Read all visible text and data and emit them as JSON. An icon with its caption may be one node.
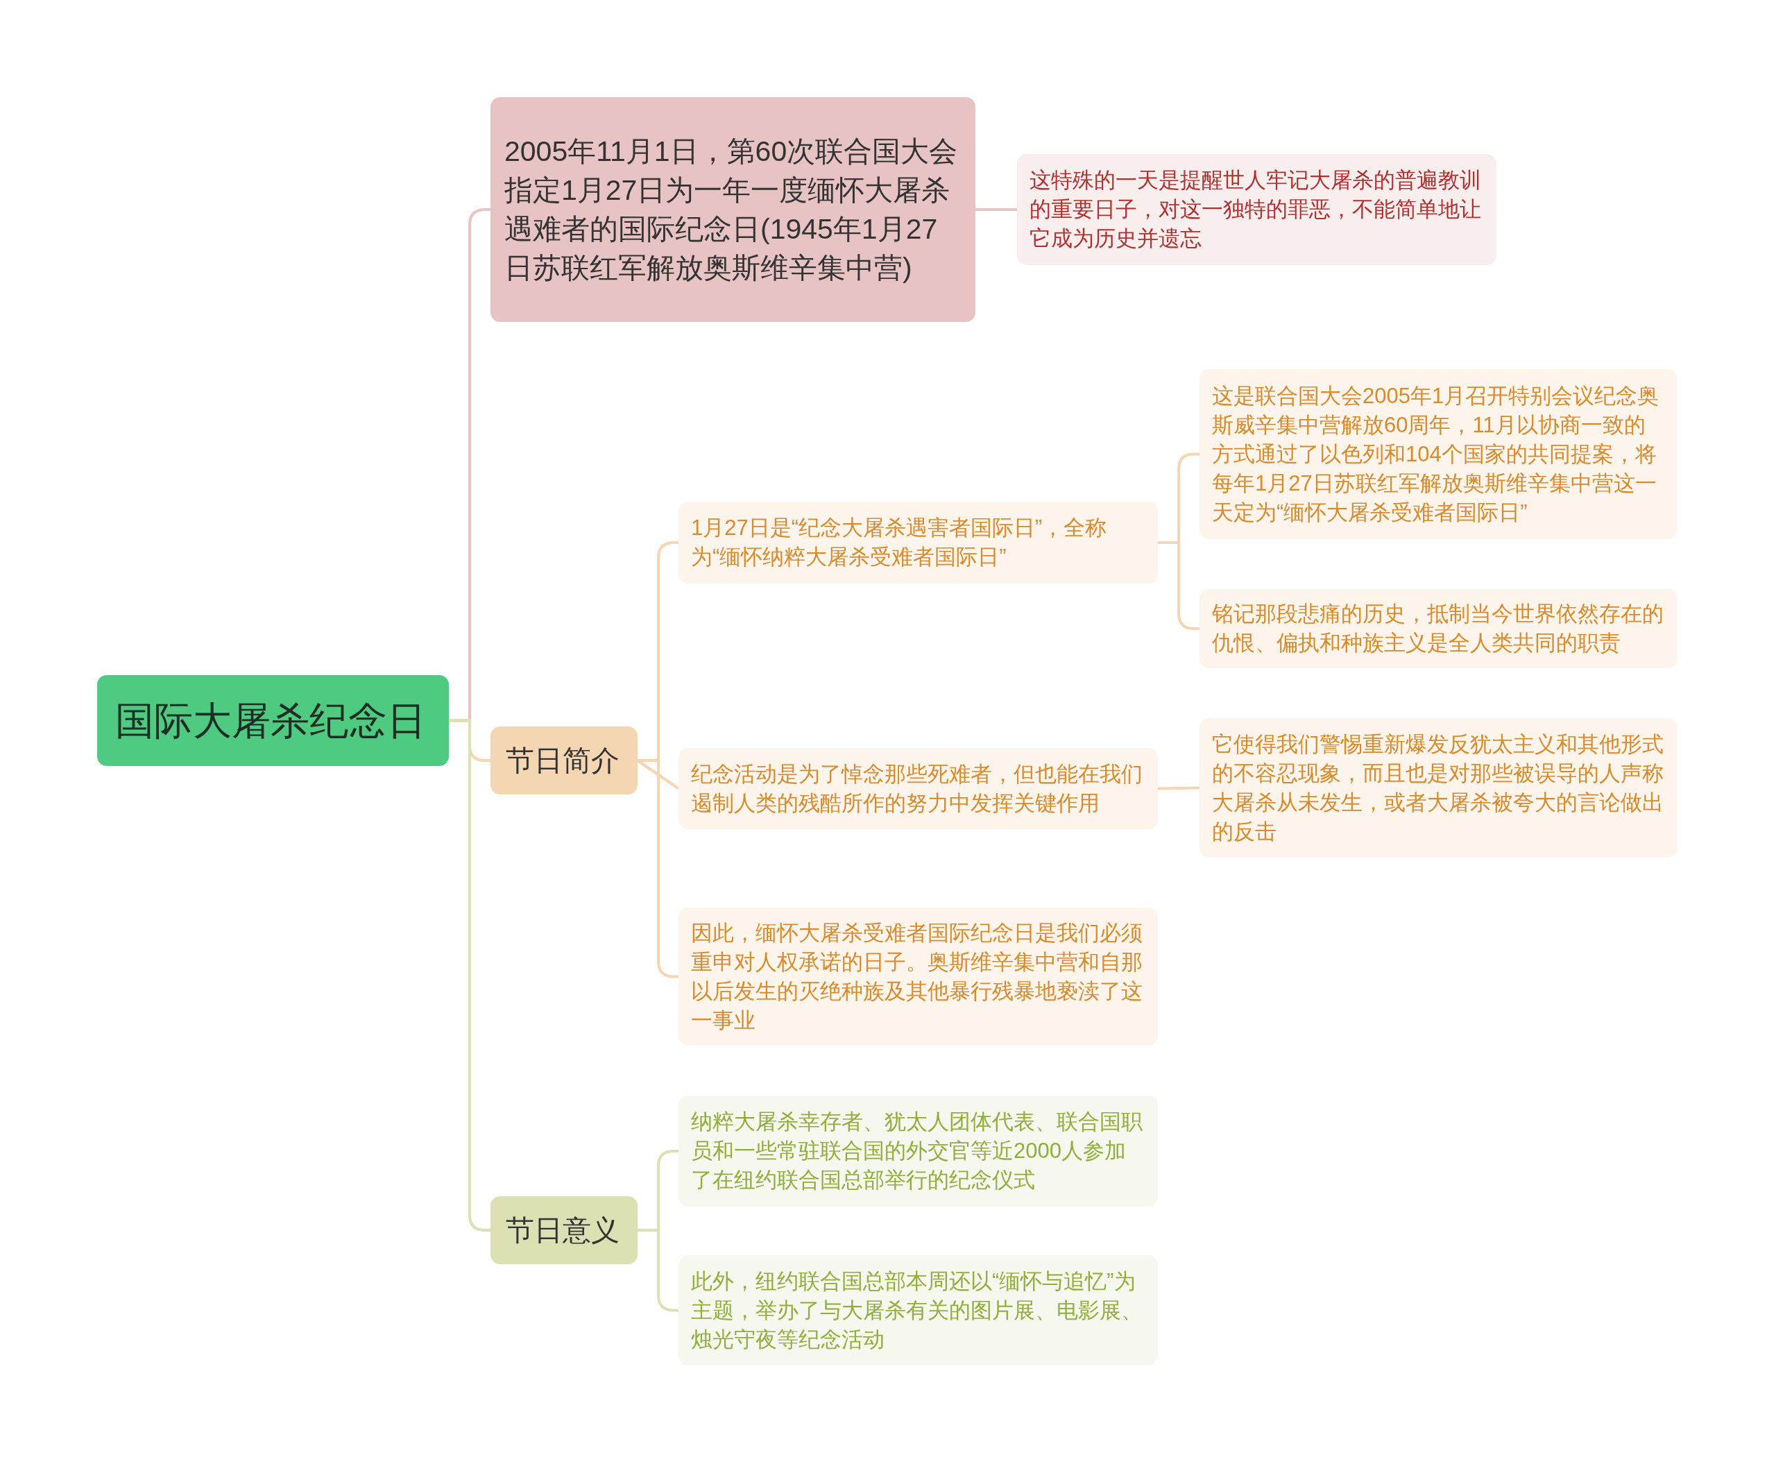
{
  "diagram": {
    "nodes": [
      {
        "text": [
          "国际大屠杀纪念日"
        ]
      },
      {
        "text": [
          "2005年11月1日，第60次联合国大会指定1月27日为一年一度缅怀大屠杀遇难者的国际纪念日(1945年1月27日苏联红军解放奥斯维辛集中营)"
        ]
      },
      {
        "text": [
          "这特殊的一天是提醒世人牢记大屠杀的普遍教训的重要日子，对这一独特的罪恶，不能简单地让它成为历史并遗忘"
        ]
      },
      {
        "text": [
          "节日简介"
        ]
      },
      {
        "text": [
          "1月27日是“纪念大屠杀遇害者国际日”，全称为“缅怀纳粹大屠杀受难者国际日”"
        ]
      },
      {
        "text": [
          "这是联合国大会2005年1月召开特别会议纪念奥斯威辛集中营解放60周年，11月以协商一致的方式通过了以色列和104个国家的共同提案，将每年1月27日苏联红军解放奥斯维辛集中营这一天定为“缅怀大屠杀受难者国际日”"
        ]
      },
      {
        "text": [
          "铭记那段悲痛的历史，抵制当今世界依然存在的仇恨、偏执和种族主义是全人类共同的职责"
        ]
      },
      {
        "text": [
          "纪念活动是为了悼念那些死难者，但也能在我们遏制人类的残酷所作的努力中发挥关键作用"
        ]
      },
      {
        "text": [
          "它使得我们警惕重新爆发反犹太主义和其他形式的不容忍现象，而且也是对那些被误导的人声称大屠杀从未发生，或者大屠杀被夸大的言论做出的反击"
        ]
      },
      {
        "text": [
          "因此，缅怀大屠杀受难者国际纪念日是我们必须重申对人权承诺的日子。奥斯维辛集中营和自那以后发生的灭绝种族及其他暴行残暴地亵渎了这一事业"
        ]
      },
      {
        "text": [
          "节日意义"
        ]
      },
      {
        "text": [
          "纳粹大屠杀幸存者、犹太人团体代表、联合国职员和一些常驻联合国的外交官等近2000人参加了在纽约联合国总部举行的纪念仪式"
        ]
      },
      {
        "text": [
          "此外，纽约联合国总部本周还以“缅怀与追忆”为主题，举办了与大屠杀有关的图片展、电影展、烛光守夜等纪念活动"
        ]
      }
    ],
    "edges": [
      {
        "from": 0,
        "to": 1,
        "arrow": "none",
        "color": "#e8c3c3"
      },
      {
        "from": 0,
        "to": 3,
        "arrow": "none"
      },
      {
        "from": 0,
        "to": 10,
        "arrow": "none",
        "color": "#dde0b3"
      },
      {
        "from": 1,
        "to": 2,
        "arrow": "none",
        "color": "#e8c3c3"
      },
      {
        "from": 3,
        "to": 4,
        "arrow": "none"
      },
      {
        "from": 3,
        "to": 7,
        "arrow": "none"
      },
      {
        "from": 3,
        "to": 9,
        "arrow": "none"
      },
      {
        "from": 4,
        "to": 5,
        "arrow": "none"
      },
      {
        "from": 4,
        "to": 6,
        "arrow": "none"
      },
      {
        "from": 7,
        "to": 8,
        "arrow": "none"
      },
      {
        "from": 10,
        "to": 11,
        "arrow": "none",
        "color": "#dde0b3"
      },
      {
        "from": 10,
        "to": 12,
        "arrow": "none",
        "color": "#dde0b3"
      }
    ]
  }
}
